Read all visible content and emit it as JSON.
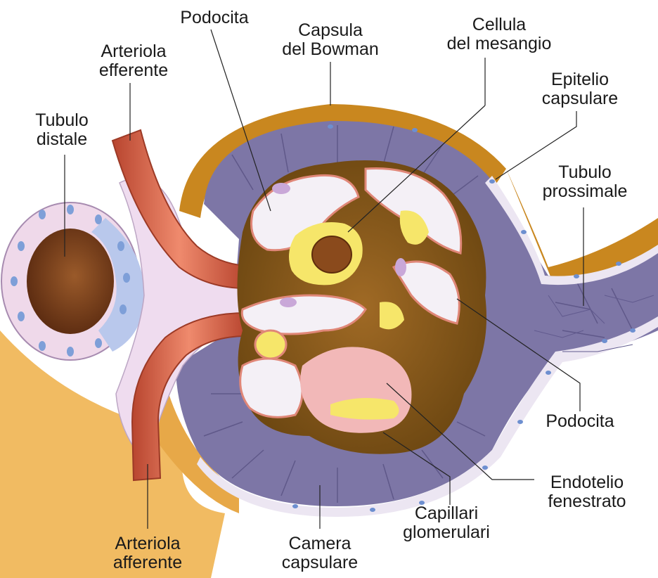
{
  "labels": {
    "podocita_top": [
      "Podocita"
    ],
    "capsula_bowman": [
      "Capsula",
      "del Bowman"
    ],
    "cellula_mesangio": [
      "Cellula",
      "del mesangio"
    ],
    "arteriola_efferente": [
      "Arteriola",
      "efferente"
    ],
    "epitelio_capsulare": [
      "Epitelio",
      "capsulare"
    ],
    "tubulo_distale": [
      "Tubulo",
      "distale"
    ],
    "tubulo_prossimale": [
      "Tubulo",
      "prossimale"
    ],
    "podocita_right": [
      "Podocita"
    ],
    "endotelio_fenestrato": [
      "Endotelio",
      "fenestrato"
    ],
    "capillari_glomerulari": [
      "Capillari",
      "glomerulari"
    ],
    "camera_capsulare": [
      "Camera",
      "capsulare"
    ],
    "arteriola_afferente": [
      "Arteriola",
      "afferente"
    ]
  },
  "colors": {
    "capsule_outer": "#c9871f",
    "capsule_wall": "#7d76a6",
    "capsule_lining": "#ece6f2",
    "glomerulus_dark": "#7a5318",
    "podocyte_white": "#f4f0f6",
    "podocyte_edge": "#e08778",
    "mesangium_yellow": "#f6e66a",
    "arteriole": "#d8664f",
    "tubule_lumen": "#6b3516",
    "cell_blue": "#8fb0de",
    "tissue_orange": "#f0b75a"
  }
}
